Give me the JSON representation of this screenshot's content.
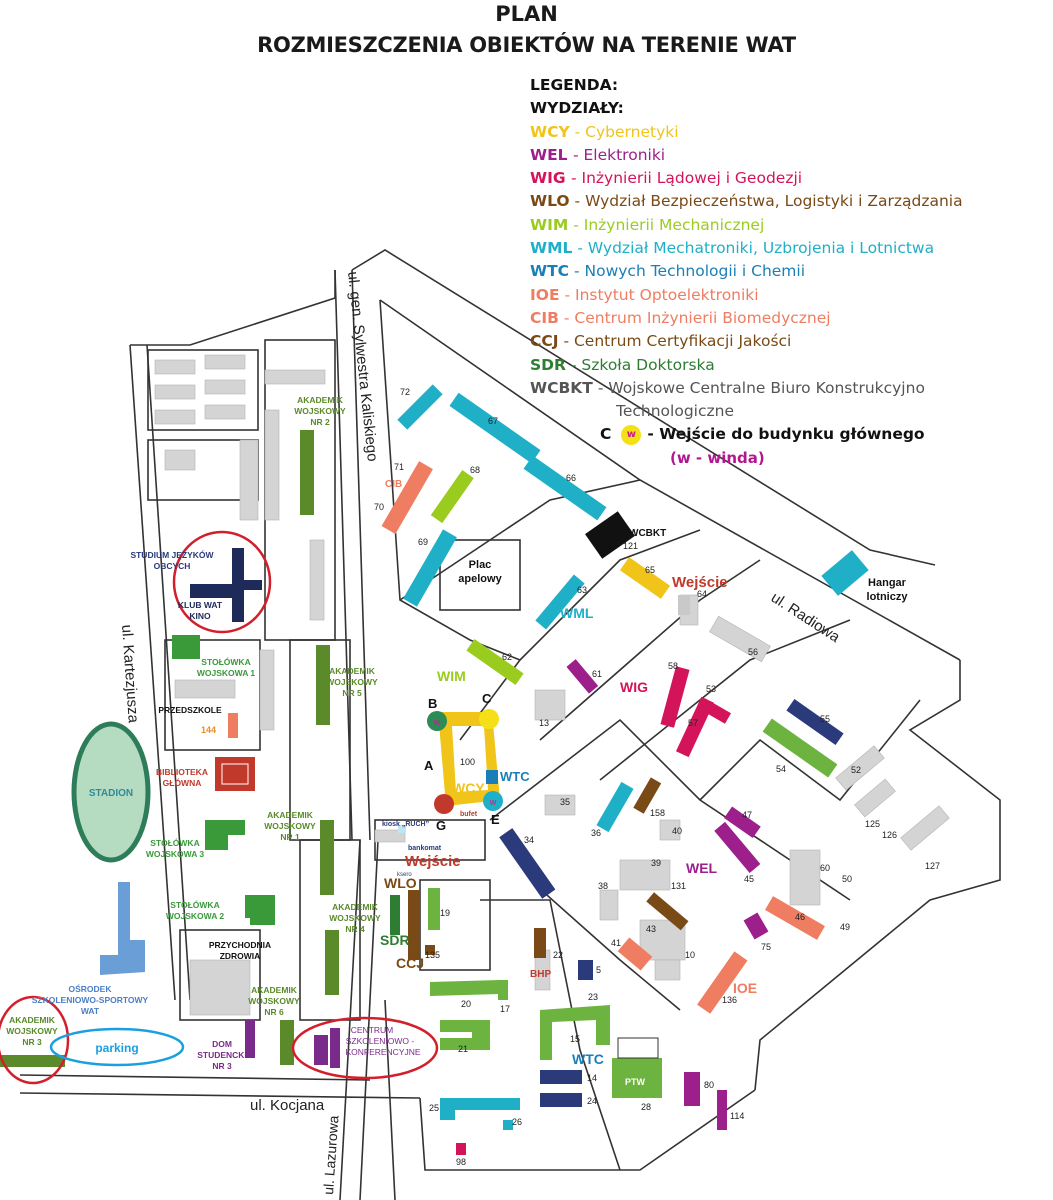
{
  "title": {
    "line1": "PLAN",
    "line2": "ROZMIESZCZENIA OBIEKTÓW NA TERENIE WAT"
  },
  "legend": {
    "heading1": "LEGENDA:",
    "heading2": "WYDZIAŁY:",
    "items": [
      {
        "code": "WCY",
        "name": "- Cybernetyki",
        "color": "#f0c419"
      },
      {
        "code": "WEL ",
        "name": "- Elektroniki",
        "color": "#9c1f8c"
      },
      {
        "code": "WIG ",
        "name": "- Inżynierii Lądowej i Geodezji",
        "color": "#d4145a"
      },
      {
        "code": "WLO",
        "name": "- Wydział Bezpieczeństwa, Logistyki i Zarządzania",
        "color": "#7a4a16"
      },
      {
        "code": "WIM",
        "name": "- Inżynierii Mechanicznej",
        "color": "#9acc1f"
      },
      {
        "code": "WML",
        "name": "- Wydział Mechatroniki, Uzbrojenia i Lotnictwa",
        "color": "#1fb0c8"
      },
      {
        "code": "WTC",
        "name": "- Nowych Technologii i Chemii",
        "color": "#1a7fb8"
      },
      {
        "code": "IOE",
        "name": "- Instytut Optoelektroniki",
        "color": "#ef7d62"
      },
      {
        "code": "CIB",
        "name": "- Centrum Inżynierii Biomedycznej",
        "color": "#ef7d62"
      },
      {
        "code": "CCJ",
        "name": "- Centrum Certyfikacji Jakości",
        "color": "#7a4a16"
      },
      {
        "code": "SDR",
        "name": "- Szkoła Doktorska",
        "color": "#2e7d32"
      },
      {
        "code": "WCBKT",
        "name": "- Wojskowe Centralne Biuro Konstrukcyjno",
        "color": "#555555"
      }
    ],
    "wcbkt_cont": "Technologiczne",
    "entrance_letter": "C",
    "entrance_dot": "w",
    "entrance_text": "- Wejście do budynku głównego",
    "winda": "(w - winda)"
  },
  "streets": {
    "sylwestra": "ul. gen. Sylwestra Kaliskiego",
    "kartezjusza": "ul. Kartezjusza",
    "radiowa": "ul. Radiowa",
    "kocjana": "ul. Kocjana",
    "lazurowa": "ul. Lazurowa"
  },
  "places": {
    "akad2": [
      "AKADEMIK",
      "WOJSKOWY",
      "NR 2"
    ],
    "akad5": [
      "AKADEMIK",
      "WOJSKOWY",
      "NR 5"
    ],
    "akad1": [
      "AKADEMIK",
      "WOJSKOWY",
      "NR 1"
    ],
    "akad4": [
      "AKADEMIK",
      "WOJSKOWY",
      "NR 4"
    ],
    "akad6": [
      "AKADEMIK",
      "WOJSKOWY",
      "NR 6"
    ],
    "akad3": [
      "AKADEMIK",
      "WOJSKOWY",
      "NR 3"
    ],
    "studium": [
      "STUDIUM JĘZYKÓW",
      "OBCYCH"
    ],
    "klub": [
      "KLUB WAT",
      "KINO"
    ],
    "stol1": [
      "STOŁÓWKA",
      "WOJSKOWA 1"
    ],
    "stol3": [
      "STOŁÓWKA",
      "WOJSKOWA 3"
    ],
    "stol2": [
      "STOŁÓWKA",
      "WOJSKOWA 2"
    ],
    "przedszkole": "PRZEDSZKOLE",
    "biblioteka": [
      "BIBLIOTEKA",
      "GŁÓWNA"
    ],
    "stadion": "STADION",
    "przychodnia": [
      "PRZYCHODNIA",
      "ZDROWIA"
    ],
    "osrodek": [
      "OŚRODEK",
      "SZKOLENIOWO-SPORTOWY",
      "WAT"
    ],
    "dom": [
      "DOM",
      "STUDENCKI",
      "NR 3"
    ],
    "centrum": [
      "CENTRUM",
      "SZKOLENIOWO -",
      "KONFERENCYJNE"
    ],
    "parking": "parking",
    "plac": [
      "Plac",
      "apelowy"
    ],
    "hangar": [
      "Hangar",
      "lotniczy"
    ],
    "kiosk": "kiosk „RUCH”",
    "bankomat": "bankomat",
    "ksero": "ksero",
    "bufet": "bufet",
    "wejscie": "Wejście"
  },
  "labels": {
    "CIB": "CIB",
    "WCBKT": "WCBKT",
    "WML": "WML",
    "WIM": "WIM",
    "WIG": "WIG",
    "WCY": "WCY",
    "WTC": "WTC",
    "WEL": "WEL",
    "IOE": "IOE",
    "WLO": "WLO",
    "SDR": "SDR",
    "CCJ": "CCJ",
    "BHP": "BHP",
    "PTW": "PTW",
    "WTC2": "WTC"
  },
  "entrances": {
    "A": "A",
    "B": "B",
    "C": "C",
    "E": "E",
    "G": "G",
    "w": "w"
  },
  "numbers": {
    "n72": "72",
    "n67": "67",
    "n66": "66",
    "n71": "71",
    "n68": "68",
    "n70": "70",
    "n69": "69",
    "n121": "121",
    "n65": "65",
    "n64": "64",
    "n63": "63",
    "n62": "62",
    "n61": "61",
    "n58": "58",
    "n56": "56",
    "n55": "55",
    "n53": "53",
    "n57": "57",
    "n54": "54",
    "n52": "52",
    "n125": "125",
    "n126": "126",
    "n127": "127",
    "n13": "13",
    "n100": "100",
    "n144": "144",
    "n35": "35",
    "n36": "36",
    "n158": "158",
    "n40": "40",
    "n47": "47",
    "n34": "34",
    "n39": "39",
    "n131": "131",
    "n60": "60",
    "n50": "50",
    "n45": "45",
    "n38": "38",
    "n43": "43",
    "n46": "46",
    "n49": "49",
    "n75": "75",
    "n41": "41",
    "n10": "10",
    "n136": "136",
    "n19": "19",
    "n135": "135",
    "n22": "22",
    "n5": "5",
    "n20": "20",
    "n17": "17",
    "n23": "23",
    "n21": "21",
    "n15": "15",
    "n14": "14",
    "n24": "24",
    "n28": "28",
    "n80": "80",
    "n114": "114",
    "n25": "25",
    "n26": "26",
    "n98": "98"
  },
  "colors": {
    "road": "#333333",
    "grey_bldg": "#d4d4d4",
    "wcy": "#f0c419",
    "wml": "#1fb0c8",
    "akad": "#5a8a2a",
    "dorm_green": "#3a9a3a",
    "navy": "#2a3a7a",
    "purple": "#7a2a8a",
    "red_circle": "#d21f2b",
    "blue_circle": "#1aa0e0",
    "stadium": "#b5dcc0"
  }
}
